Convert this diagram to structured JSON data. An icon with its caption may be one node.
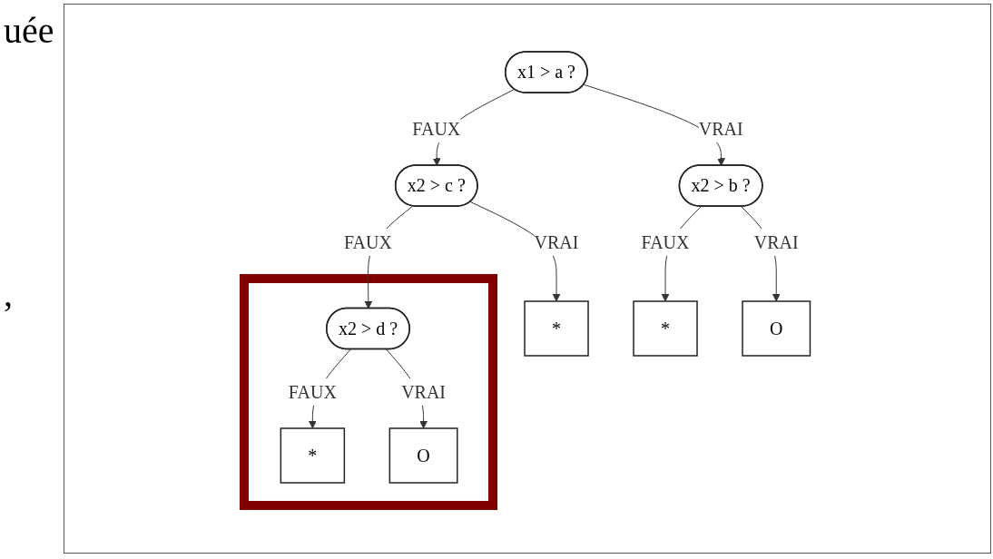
{
  "diagram": {
    "nodes": [
      {
        "text": [
          "x1 > a ?"
        ]
      },
      {
        "text": [
          "x2 > c ?"
        ]
      },
      {
        "text": [
          "x2 > b ?"
        ]
      },
      {
        "text": [],
        "shape": "box"
      },
      {
        "text": [
          "x2 > d ?"
        ],
        "in": 3
      },
      {
        "text": [
          "*"
        ],
        "in": 3
      },
      {
        "text": [
          "O"
        ],
        "in": 3
      },
      {
        "text": [
          "*"
        ]
      },
      {
        "text": [
          "*"
        ]
      },
      {
        "text": [
          "O"
        ]
      }
    ],
    "edges": [
      {
        "from": 0,
        "to": 1,
        "arrow": "to",
        "label": "FAUX"
      },
      {
        "from": 0,
        "to": 2,
        "arrow": "to",
        "label": "VRAI"
      },
      {
        "from": 1,
        "to": 4,
        "arrow": "to",
        "label": "FAUX"
      },
      {
        "from": 1,
        "to": 7,
        "arrow": "to",
        "label": "VRAI"
      },
      {
        "from": 2,
        "to": 8,
        "arrow": "to",
        "label": "FAUX"
      },
      {
        "from": 2,
        "to": 9,
        "arrow": "to",
        "label": "VRAI"
      },
      {
        "from": 4,
        "to": 5,
        "arrow": "to",
        "label": "FAUX"
      },
      {
        "from": 4,
        "to": 6,
        "arrow": "to",
        "label": "VRAI"
      }
    ],
    "labels": [
      "uée",
      ","
    ]
  }
}
